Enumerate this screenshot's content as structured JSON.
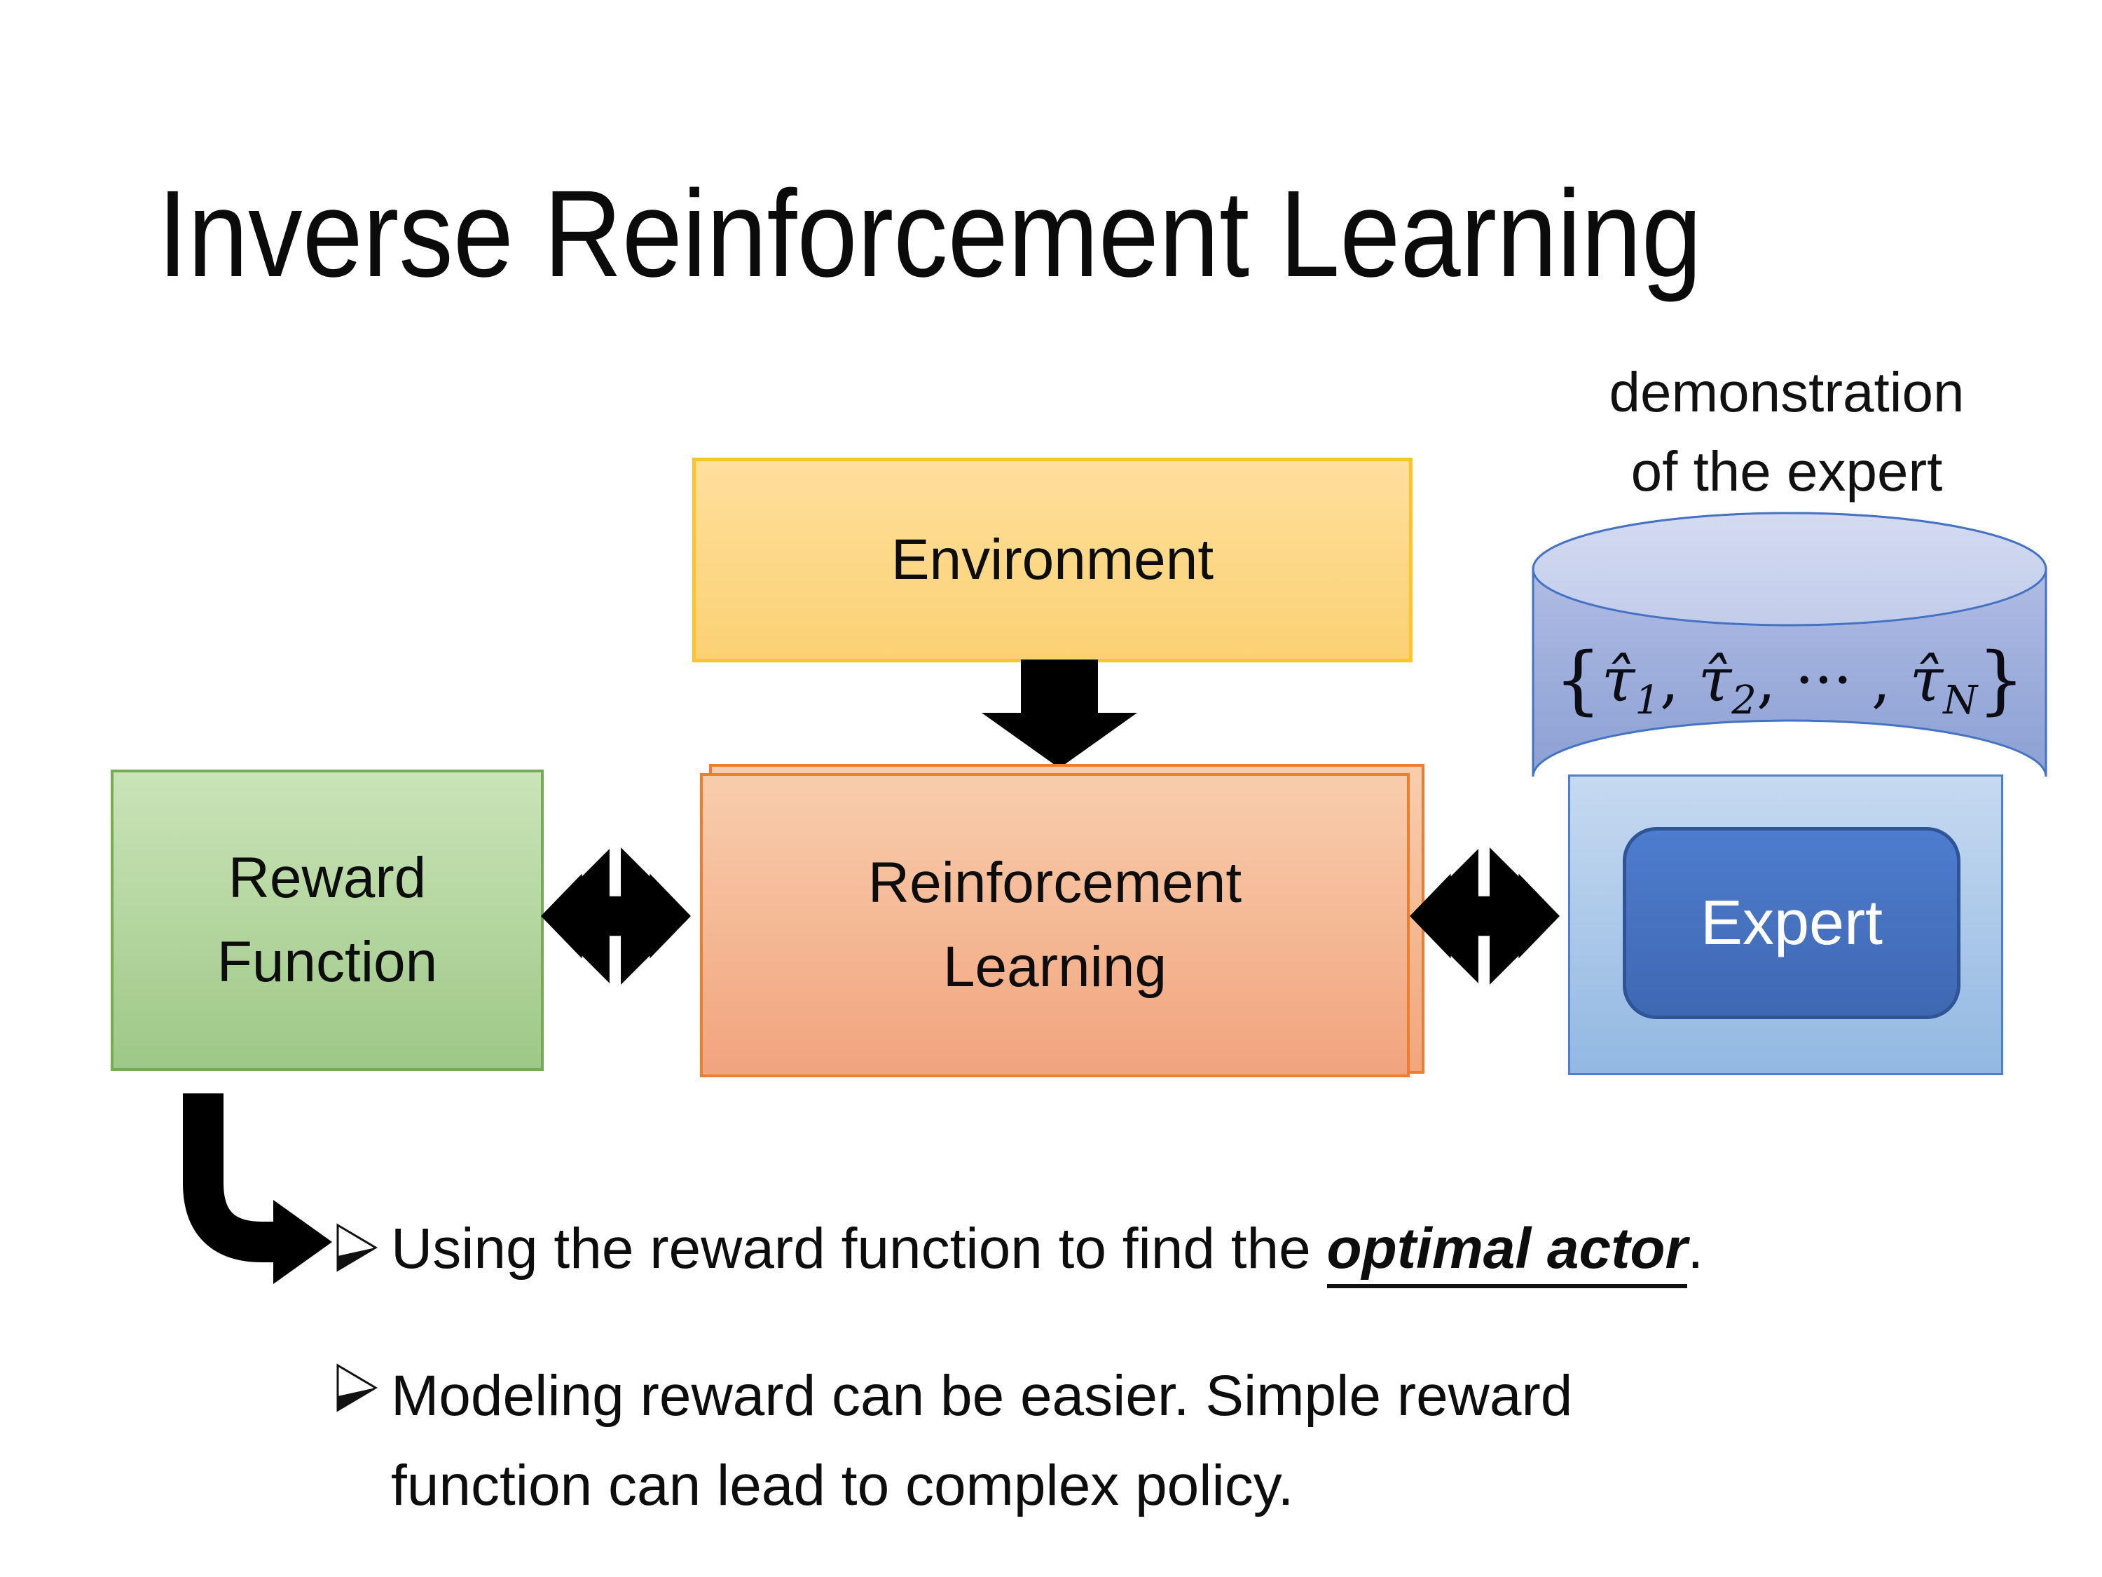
{
  "slide_title": "Inverse Reinforcement Learning",
  "diagram": {
    "demo_caption": {
      "line1": "demonstration",
      "line2": "of the expert"
    },
    "environment_label": "Environment",
    "reward_box": {
      "line1": "Reward",
      "line2": "Function"
    },
    "rl_box": {
      "line1": "Reinforcement",
      "line2": "Learning"
    },
    "expert_label": "Expert",
    "trajectory_set": {
      "open": "{",
      "tau1": "τ̂",
      "sub1": "1",
      "sep1": ", ",
      "tau2": "τ̂",
      "sub2": "2",
      "sep2": ", ··· , ",
      "tauN": "τ̂",
      "subN": "N",
      "close": "}"
    },
    "icons": {
      "down_arrow": "down-arrow-icon",
      "left_double_arrow": "double-arrow-icon",
      "right_double_arrow": "double-arrow-icon",
      "database": "database-cylinder-icon",
      "elbow_arrow": "elbow-arrow-icon",
      "bullet_marker": "arrowhead-bullet-icon"
    }
  },
  "bullets": {
    "item1": {
      "pre": "Using the reward function to find the ",
      "emphasis": "optimal actor",
      "post": "."
    },
    "item2": "Modeling reward can be easier. Simple reward function can lead to complex policy."
  },
  "colors": {
    "environment_fill": "#FBD173",
    "environment_border": "#FFC32B",
    "reward_fill": "#AFD596",
    "reward_border": "#76AB55",
    "rl_fill": "#F4B98F",
    "rl_border": "#ED7D31",
    "expert_panel_fill": "#A9C8E8",
    "expert_panel_border": "#4E7FC9",
    "expert_button_fill": "#4472C4",
    "expert_button_border": "#2F5597",
    "cylinder_fill": "#A3B2DD",
    "cylinder_border": "#4472C4",
    "arrow_color": "#000000",
    "text_color": "#0D0D0D"
  }
}
